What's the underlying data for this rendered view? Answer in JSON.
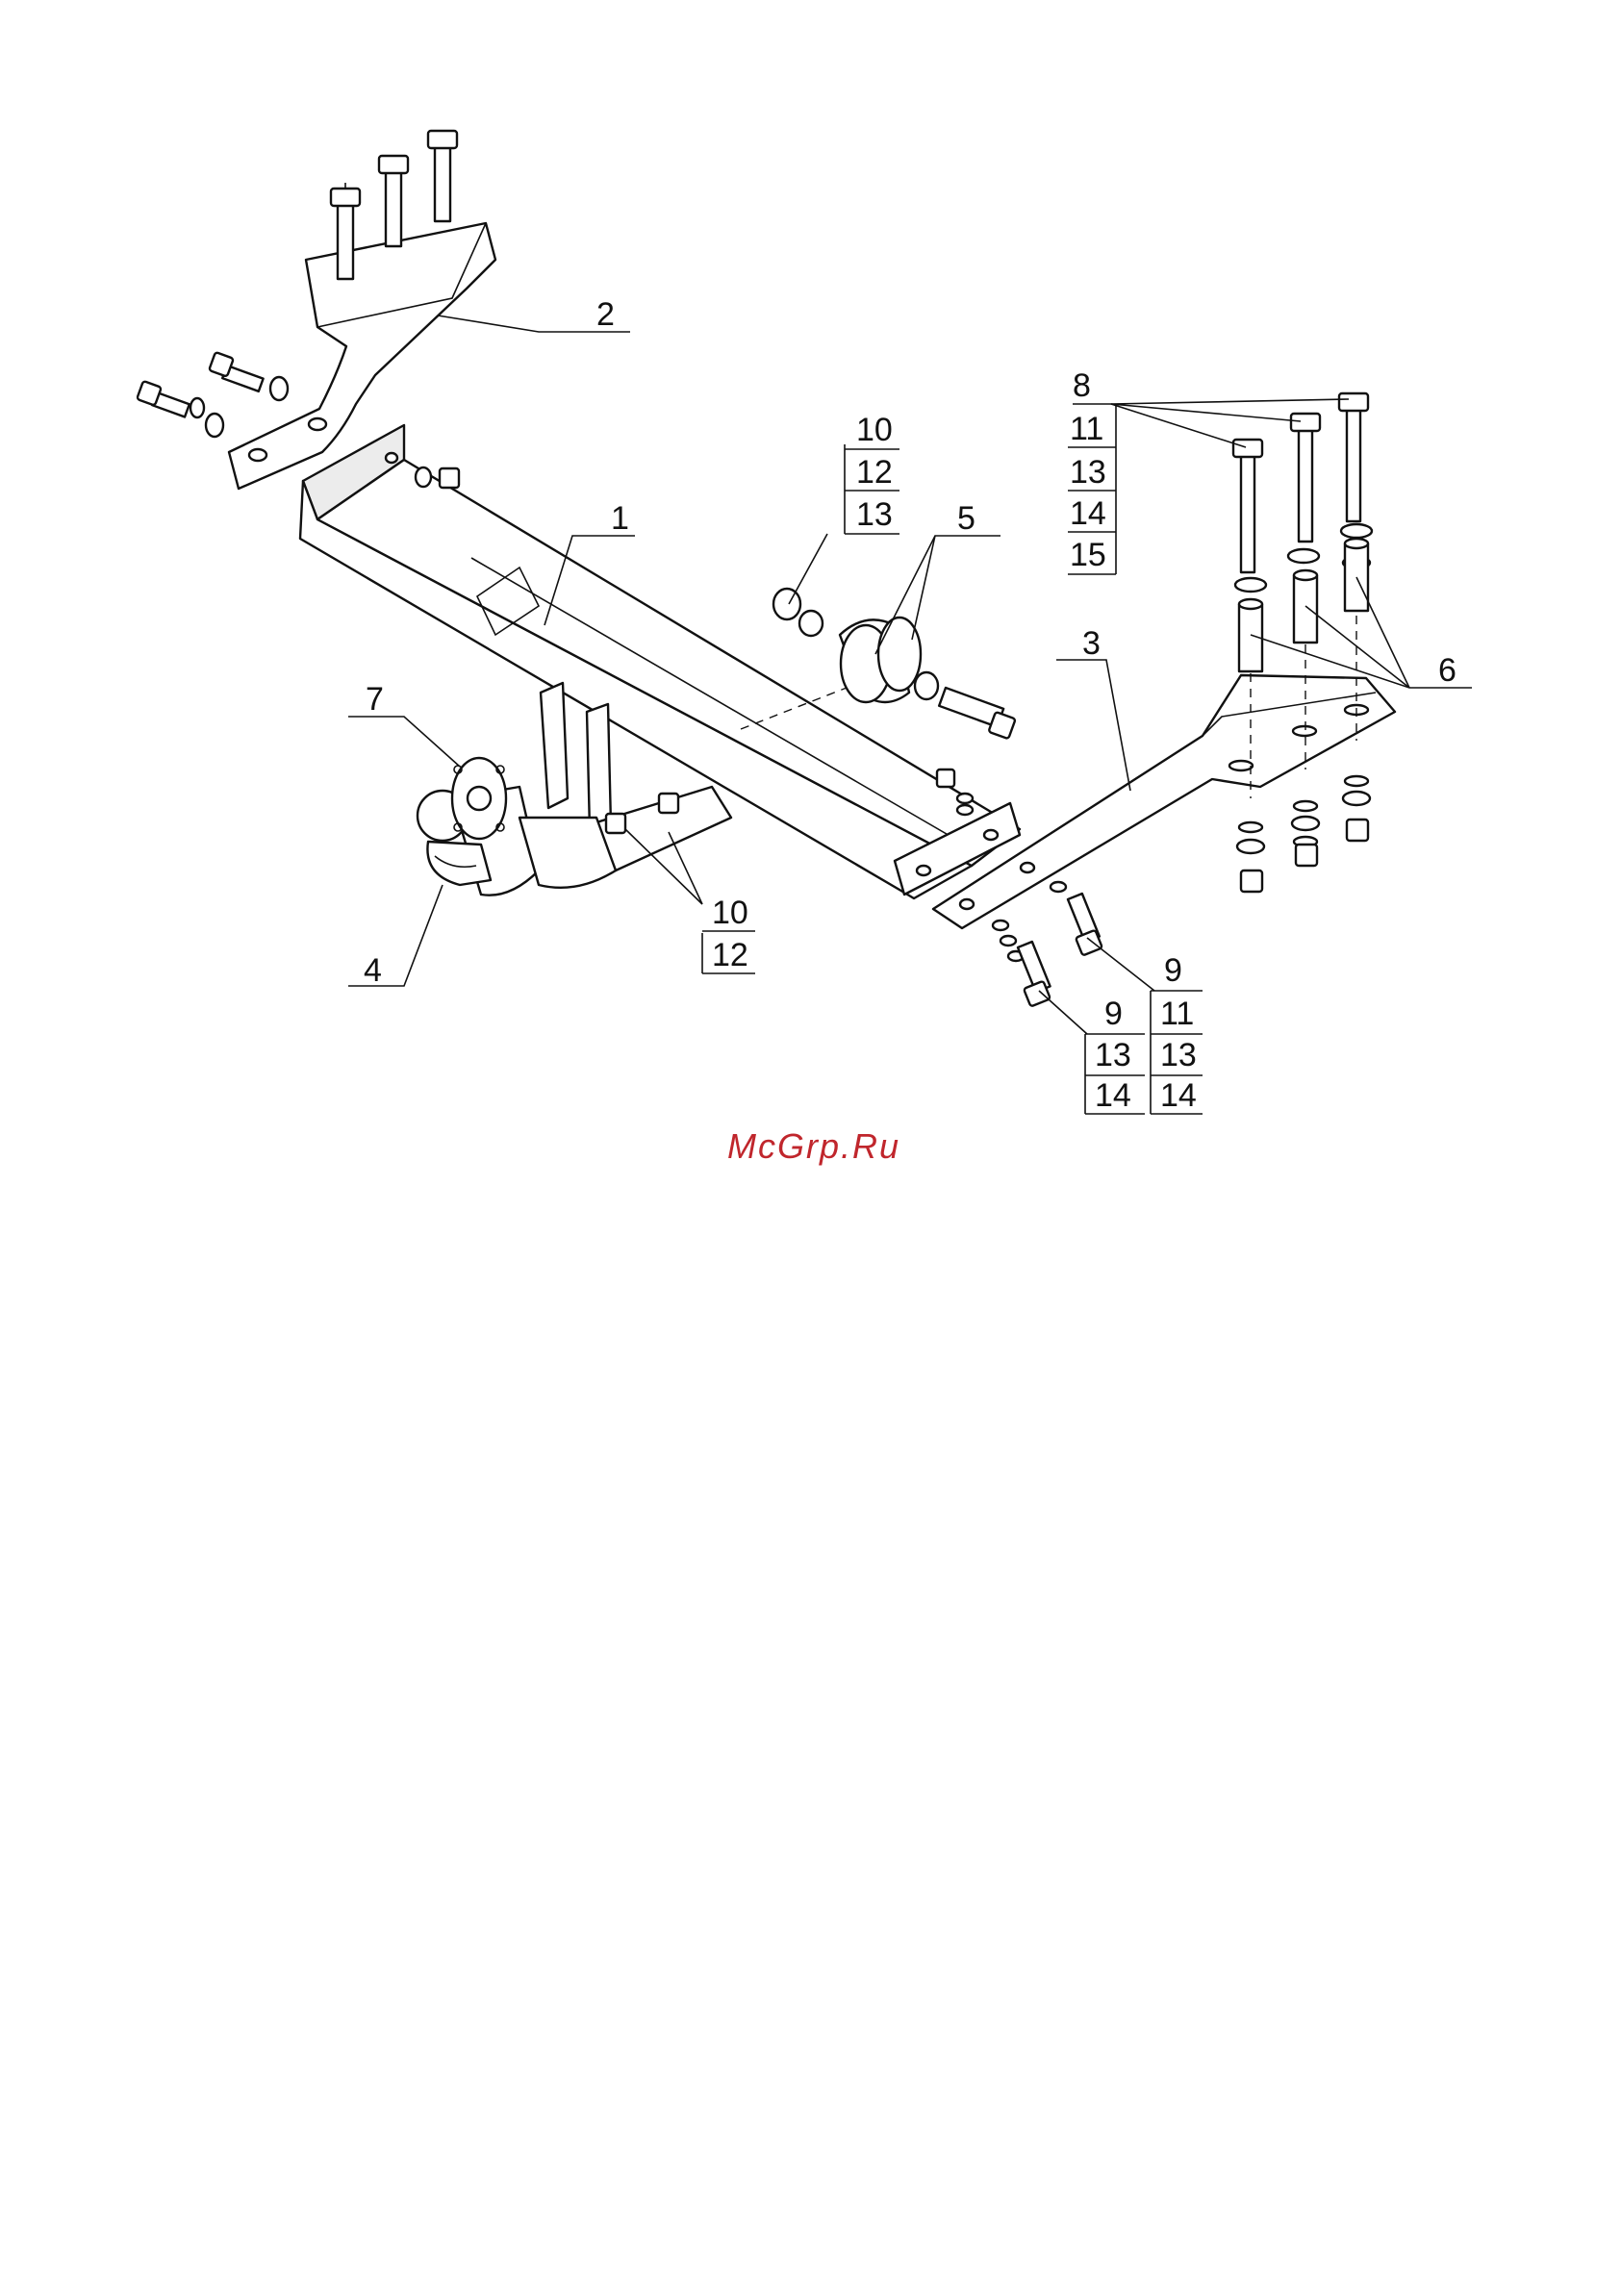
{
  "diagram": {
    "callouts": {
      "c1": "1",
      "c2": "2",
      "c3": "3",
      "c4": "4",
      "c5": "5",
      "c6": "6",
      "c7": "7",
      "c8": "8",
      "g10a": [
        "10",
        "12",
        "13"
      ],
      "g10b": [
        "10",
        "12"
      ],
      "g8": [
        "11",
        "13",
        "14",
        "15"
      ],
      "g9a": [
        "9",
        "13",
        "14"
      ],
      "g9b": [
        "9",
        "11",
        "13",
        "14"
      ]
    },
    "watermark": {
      "text": "McGrp.Ru",
      "color": "#c0262c"
    }
  }
}
